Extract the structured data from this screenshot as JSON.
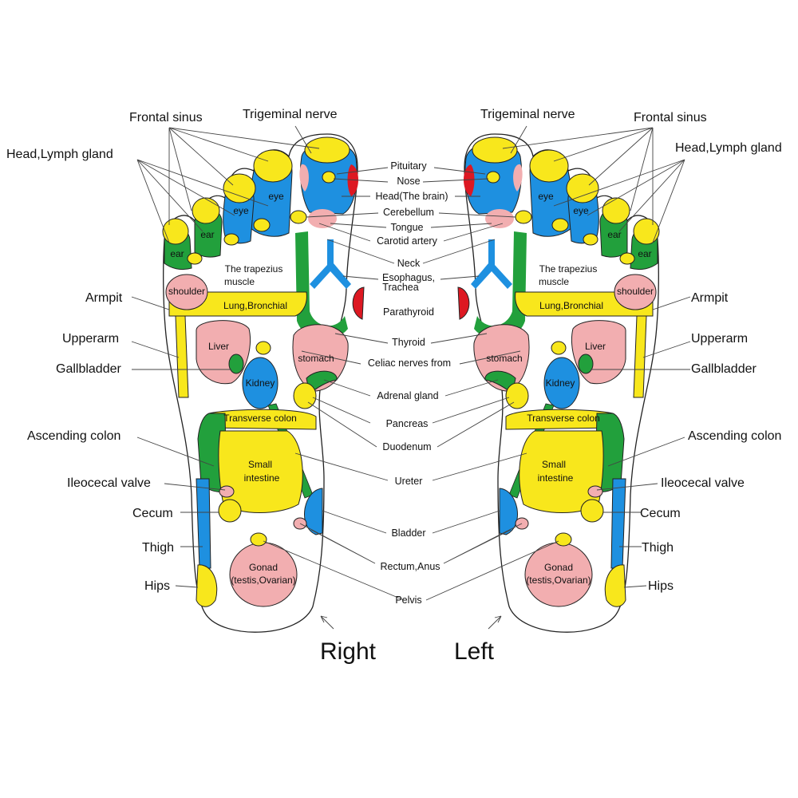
{
  "colors": {
    "yellow": "#f8e71c",
    "blue": "#1e90e0",
    "green": "#22a03c",
    "pink": "#f2aeb0",
    "red": "#dd1822",
    "outline": "#222222"
  },
  "side_labels": {
    "frontal_sinus": "Frontal sinus",
    "head_lymph_gland": "Head,Lymph gland",
    "trigeminal_nerve": "Trigeminal nerve",
    "armpit": "Armpit",
    "upperarm": "Upperarm",
    "gallbladder": "Gallbladder",
    "ascending_colon": "Ascending colon",
    "ileocecal_valve": "Ileocecal valve",
    "cecum": "Cecum",
    "thigh": "Thigh",
    "hips": "Hips"
  },
  "center_labels": {
    "pituitary": "Pituitary",
    "nose": "Nose",
    "head_brain": "Head(The brain)",
    "cerebellum": "Cerebellum",
    "tongue": "Tongue",
    "carotid_artery": "Carotid artery",
    "neck": "Neck",
    "esophagus": "Esophagus,",
    "trachea": "Trachea",
    "parathyroid": "Parathyroid",
    "thyroid": "Thyroid",
    "celiac": "Celiac nerves from",
    "adrenal": "Adrenal gland",
    "pancreas": "Pancreas",
    "duodenum": "Duodenum",
    "ureter": "Ureter",
    "bladder": "Bladder",
    "rectum": "Rectum,Anus",
    "pelvis": "Pelvis"
  },
  "in_foot": {
    "eye": "eye",
    "ear": "ear",
    "trapezius_1": "The trapezius",
    "trapezius_2": "muscle",
    "shoulder": "shoulder",
    "lung": "Lung,Bronchial",
    "liver": "Liver",
    "stomach": "stomach",
    "kidney": "Kidney",
    "transverse_colon": "Transverse colon",
    "small_intestine_1": "Small",
    "small_intestine_2": "intestine",
    "gonad_1": "Gonad",
    "gonad_2": "(testis,Ovarian)"
  },
  "foot_labels": {
    "right": "Right",
    "left": "Left"
  }
}
